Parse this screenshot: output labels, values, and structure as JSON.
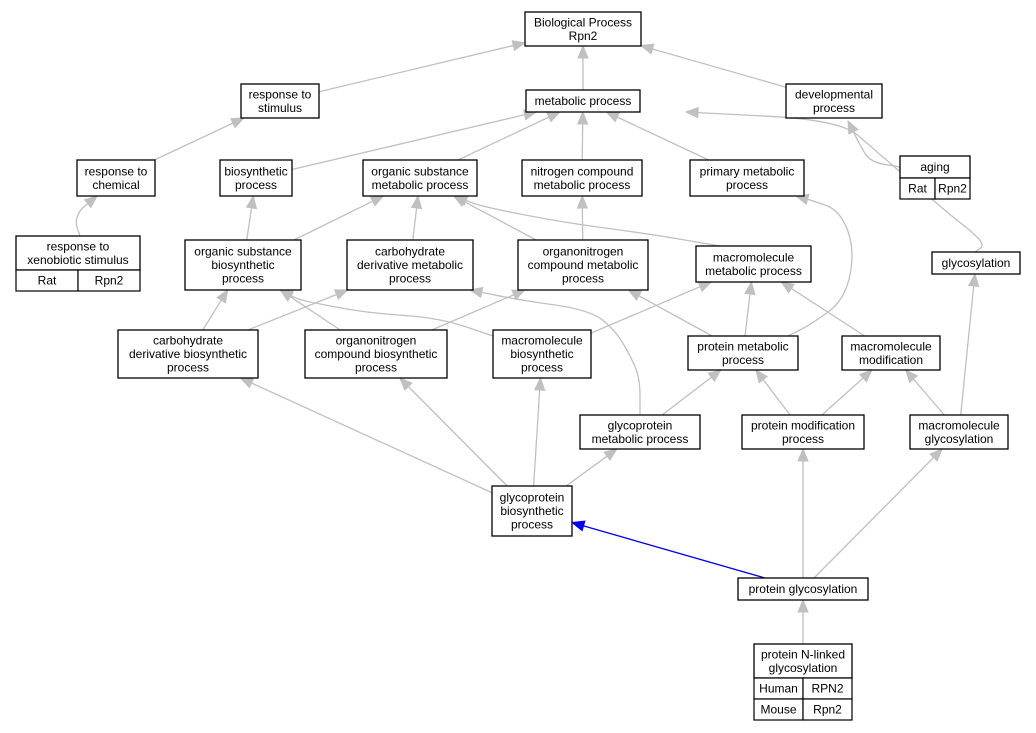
{
  "colors": {
    "edge": "#c0c0c0",
    "highlight_edge": "#0000ee",
    "rat": "#ffd700",
    "human": "#ff6347",
    "mouse": "#add8e6"
  },
  "nodes": {
    "root": [
      "Biological Process",
      "Rpn2"
    ],
    "response_stimulus": [
      "response to",
      "stimulus"
    ],
    "metabolic": [
      "metabolic process"
    ],
    "developmental": [
      "developmental",
      "process"
    ],
    "aging": [
      "aging"
    ],
    "response_chemical": [
      "response to",
      "chemical"
    ],
    "biosynthetic": [
      "biosynthetic",
      "process"
    ],
    "org_sub_metabolic": [
      "organic substance",
      "metabolic process"
    ],
    "nitrogen_compound": [
      "nitrogen compound",
      "metabolic process"
    ],
    "primary_metabolic": [
      "primary metabolic",
      "process"
    ],
    "xenobiotic": [
      "response to",
      "xenobiotic stimulus"
    ],
    "org_sub_biosynthetic": [
      "organic substance",
      "biosynthetic",
      "process"
    ],
    "carb_deriv_metabolic": [
      "carbohydrate",
      "derivative metabolic",
      "process"
    ],
    "organonitrogen_metabolic": [
      "organonitrogen",
      "compound metabolic",
      "process"
    ],
    "macromolecule_metabolic": [
      "macromolecule",
      "metabolic process"
    ],
    "glycosylation": [
      "glycosylation"
    ],
    "carb_deriv_biosynthetic": [
      "carbohydrate",
      "derivative biosynthetic",
      "process"
    ],
    "organonitrogen_biosynthetic": [
      "organonitrogen",
      "compound biosynthetic",
      "process"
    ],
    "macromolecule_biosynthetic": [
      "macromolecule",
      "biosynthetic",
      "process"
    ],
    "protein_metabolic": [
      "protein metabolic",
      "process"
    ],
    "macromolecule_modification": [
      "macromolecule",
      "modification"
    ],
    "glycoprotein_metabolic": [
      "glycoprotein",
      "metabolic process"
    ],
    "protein_modification": [
      "protein modification",
      "process"
    ],
    "macromolecule_glycosylation": [
      "macromolecule",
      "glycosylation"
    ],
    "glycoprotein_biosynthetic": [
      "glycoprotein",
      "biosynthetic",
      "process"
    ],
    "protein_glycosylation": [
      "protein glycosylation"
    ],
    "protein_n_linked": [
      "protein N-linked",
      "glycosylation"
    ]
  },
  "annotations": {
    "aging": [
      [
        "Rat",
        "Rpn2"
      ]
    ],
    "xenobiotic": [
      [
        "Rat",
        "Rpn2"
      ]
    ],
    "protein_n_linked": [
      [
        "Human",
        "RPN2"
      ],
      [
        "Mouse",
        "Rpn2"
      ]
    ]
  },
  "edges": [
    [
      "response_stimulus",
      "root"
    ],
    [
      "metabolic",
      "root"
    ],
    [
      "developmental",
      "root"
    ],
    [
      "aging",
      "developmental"
    ],
    [
      "response_chemical",
      "response_stimulus"
    ],
    [
      "biosynthetic",
      "metabolic"
    ],
    [
      "org_sub_metabolic",
      "metabolic"
    ],
    [
      "nitrogen_compound",
      "metabolic"
    ],
    [
      "primary_metabolic",
      "metabolic"
    ],
    [
      "glycosylation",
      "metabolic"
    ],
    [
      "xenobiotic",
      "response_chemical"
    ],
    [
      "org_sub_biosynthetic",
      "biosynthetic"
    ],
    [
      "org_sub_biosynthetic",
      "org_sub_metabolic"
    ],
    [
      "carb_deriv_metabolic",
      "org_sub_metabolic"
    ],
    [
      "organonitrogen_metabolic",
      "org_sub_metabolic"
    ],
    [
      "organonitrogen_metabolic",
      "nitrogen_compound"
    ],
    [
      "macromolecule_metabolic",
      "org_sub_metabolic"
    ],
    [
      "carb_deriv_biosynthetic",
      "org_sub_biosynthetic"
    ],
    [
      "carb_deriv_biosynthetic",
      "carb_deriv_metabolic"
    ],
    [
      "organonitrogen_biosynthetic",
      "org_sub_biosynthetic"
    ],
    [
      "organonitrogen_biosynthetic",
      "organonitrogen_metabolic"
    ],
    [
      "macromolecule_biosynthetic",
      "org_sub_biosynthetic"
    ],
    [
      "macromolecule_biosynthetic",
      "macromolecule_metabolic"
    ],
    [
      "protein_metabolic",
      "organonitrogen_metabolic"
    ],
    [
      "protein_metabolic",
      "macromolecule_metabolic"
    ],
    [
      "protein_metabolic",
      "primary_metabolic"
    ],
    [
      "macromolecule_modification",
      "macromolecule_metabolic"
    ],
    [
      "glycoprotein_metabolic",
      "carb_deriv_metabolic"
    ],
    [
      "glycoprotein_metabolic",
      "protein_metabolic"
    ],
    [
      "protein_modification",
      "protein_metabolic"
    ],
    [
      "protein_modification",
      "macromolecule_modification"
    ],
    [
      "macromolecule_glycosylation",
      "macromolecule_modification"
    ],
    [
      "macromolecule_glycosylation",
      "glycosylation"
    ],
    [
      "glycoprotein_biosynthetic",
      "carb_deriv_biosynthetic"
    ],
    [
      "glycoprotein_biosynthetic",
      "organonitrogen_biosynthetic"
    ],
    [
      "glycoprotein_biosynthetic",
      "macromolecule_biosynthetic"
    ],
    [
      "glycoprotein_biosynthetic",
      "glycoprotein_metabolic"
    ],
    [
      "protein_glycosylation",
      "glycoprotein_biosynthetic",
      "highlight"
    ],
    [
      "protein_glycosylation",
      "protein_modification"
    ],
    [
      "protein_glycosylation",
      "macromolecule_glycosylation"
    ],
    [
      "protein_n_linked",
      "protein_glycosylation"
    ]
  ]
}
